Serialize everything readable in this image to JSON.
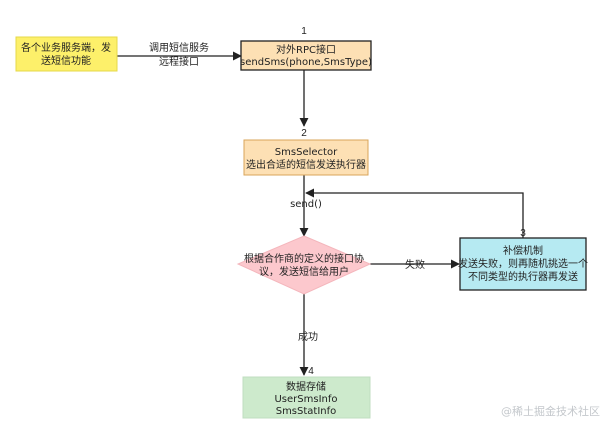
{
  "nodes": {
    "caller": {
      "lines": [
        "各个业务服务端，发",
        "送短信功能"
      ],
      "fill": "#fdf06a",
      "stroke": "#e5d84a"
    },
    "rpc": {
      "number": "1",
      "lines": [
        "对外RPC接口",
        "sendSms(phone,SmsType)"
      ],
      "fill": "#fde0b4",
      "stroke": "#222222"
    },
    "selector": {
      "number": "2",
      "lines": [
        "SmsSelector",
        "选出合适的短信发送执行器"
      ],
      "fill": "#fde0b4",
      "stroke": "#d9a55a"
    },
    "decision": {
      "lines": [
        "根据合作商的定义的接口协",
        "议，发送短信给用户"
      ],
      "fill": "#fcc8cd"
    },
    "fallback": {
      "number": "3",
      "lines": [
        "补偿机制",
        "发送失败，则再随机挑选一个",
        "不同类型的执行器再发送"
      ],
      "fill": "#b6eaf2",
      "stroke": "#222222"
    },
    "storage": {
      "number": "4",
      "lines": [
        "数据存储",
        "UserSmsInfo",
        "SmsStatInfo"
      ],
      "fill": "#cdeacc"
    }
  },
  "edges": {
    "call": {
      "lines": [
        "调用短信服务",
        "远程接口"
      ]
    },
    "send": {
      "label": "send()"
    },
    "fail": {
      "label": "失败"
    },
    "success": {
      "label": "成功"
    }
  },
  "watermark": "@稀土掘金技术社区",
  "colors": {
    "arrow": "#222222",
    "loop_line": "#222222"
  }
}
